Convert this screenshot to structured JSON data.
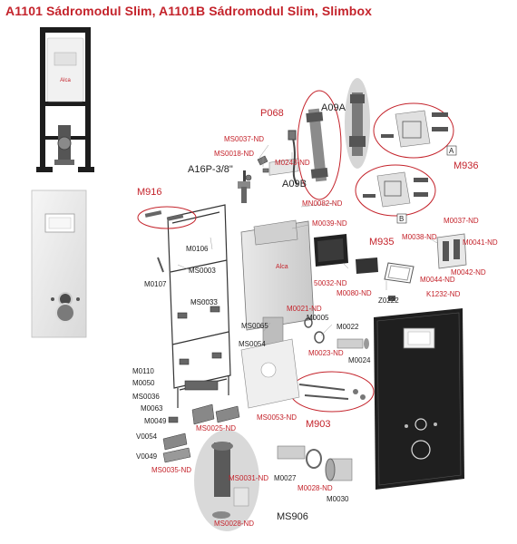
{
  "title": "A1101 Sádromodul Slim, A1101B Sádromodul Slim, Slimbox",
  "colors": {
    "accent_red": "#c4232b",
    "label_black": "#222222",
    "frame_black": "#1d1d1d",
    "panel_gray": "#e4e4e4"
  },
  "photos": [
    {
      "name": "sadromodul-frame-photo"
    },
    {
      "name": "slimbox-panel-photo"
    }
  ],
  "labels": [
    {
      "key": "P068",
      "text": "P068",
      "color": "red",
      "size": "big"
    },
    {
      "key": "A09A",
      "text": "A09A",
      "color": "black",
      "size": "big"
    },
    {
      "key": "MS0037-ND",
      "text": "MS0037-ND",
      "color": "red"
    },
    {
      "key": "MS0018-ND",
      "text": "MS0018-ND",
      "color": "red"
    },
    {
      "key": "M0243-ND",
      "text": "M0243-ND",
      "color": "red"
    },
    {
      "key": "A16P-3/8\"",
      "text": "A16P-3/8\"",
      "color": "black",
      "size": "big"
    },
    {
      "key": "A09B",
      "text": "A09B",
      "color": "black",
      "size": "big"
    },
    {
      "key": "M936",
      "text": "M936",
      "color": "red",
      "size": "big"
    },
    {
      "key": "A",
      "text": "A",
      "color": "black"
    },
    {
      "key": "M916",
      "text": "M916",
      "color": "red",
      "size": "big"
    },
    {
      "key": "MN0082-ND",
      "text": "MN0082-ND",
      "color": "red"
    },
    {
      "key": "B",
      "text": "B",
      "color": "black"
    },
    {
      "key": "M0039-ND",
      "text": "M0039-ND",
      "color": "red"
    },
    {
      "key": "M0037-ND",
      "text": "M0037-ND",
      "color": "red"
    },
    {
      "key": "M935",
      "text": "M935",
      "color": "red",
      "size": "big"
    },
    {
      "key": "M0038-ND",
      "text": "M0038-ND",
      "color": "red"
    },
    {
      "key": "M0041-ND",
      "text": "M0041-ND",
      "color": "red"
    },
    {
      "key": "M0106",
      "text": "M0106",
      "color": "black"
    },
    {
      "key": "MS0003",
      "text": "MS0003",
      "color": "black"
    },
    {
      "key": "M0107",
      "text": "M0107",
      "color": "black"
    },
    {
      "key": "50032-ND",
      "text": "50032-ND",
      "color": "red"
    },
    {
      "key": "M0044-ND",
      "text": "M0044-ND",
      "color": "red"
    },
    {
      "key": "M0042-ND",
      "text": "M0042-ND",
      "color": "red"
    },
    {
      "key": "M0080-ND",
      "text": "M0080-ND",
      "color": "red"
    },
    {
      "key": "MS0033",
      "text": "MS0033",
      "color": "black"
    },
    {
      "key": "Z0222",
      "text": "Z0222",
      "color": "black"
    },
    {
      "key": "K1232-ND",
      "text": "K1232-ND",
      "color": "red"
    },
    {
      "key": "M0021-ND",
      "text": "M0021-ND",
      "color": "red"
    },
    {
      "key": "M0005",
      "text": "M0005",
      "color": "black"
    },
    {
      "key": "MS0065",
      "text": "MS0065",
      "color": "black"
    },
    {
      "key": "M0022",
      "text": "M0022",
      "color": "black"
    },
    {
      "key": "MS0054",
      "text": "MS0054",
      "color": "black"
    },
    {
      "key": "M0023-ND",
      "text": "M0023-ND",
      "color": "red"
    },
    {
      "key": "M0024",
      "text": "M0024",
      "color": "black"
    },
    {
      "key": "M0110",
      "text": "M0110",
      "color": "black"
    },
    {
      "key": "M0050",
      "text": "M0050",
      "color": "black"
    },
    {
      "key": "MS0036",
      "text": "MS0036",
      "color": "black"
    },
    {
      "key": "M0063",
      "text": "M0063",
      "color": "black"
    },
    {
      "key": "MS0053-ND",
      "text": "MS0053-ND",
      "color": "red"
    },
    {
      "key": "M903",
      "text": "M903",
      "color": "red",
      "size": "big"
    },
    {
      "key": "M0049",
      "text": "M0049",
      "color": "black"
    },
    {
      "key": "MS0025-ND",
      "text": "MS0025-ND",
      "color": "red"
    },
    {
      "key": "V0054",
      "text": "V0054",
      "color": "black"
    },
    {
      "key": "V0049",
      "text": "V0049",
      "color": "black"
    },
    {
      "key": "MS0035-ND",
      "text": "MS0035-ND",
      "color": "red"
    },
    {
      "key": "MS0031-ND",
      "text": "MS0031-ND",
      "color": "red"
    },
    {
      "key": "M0027",
      "text": "M0027",
      "color": "black"
    },
    {
      "key": "M0028-ND",
      "text": "M0028-ND",
      "color": "red"
    },
    {
      "key": "M0030",
      "text": "M0030",
      "color": "black"
    },
    {
      "key": "MS906",
      "text": "MS906",
      "color": "black",
      "size": "big"
    },
    {
      "key": "MS0028-ND",
      "text": "MS0028-ND",
      "color": "red"
    }
  ]
}
